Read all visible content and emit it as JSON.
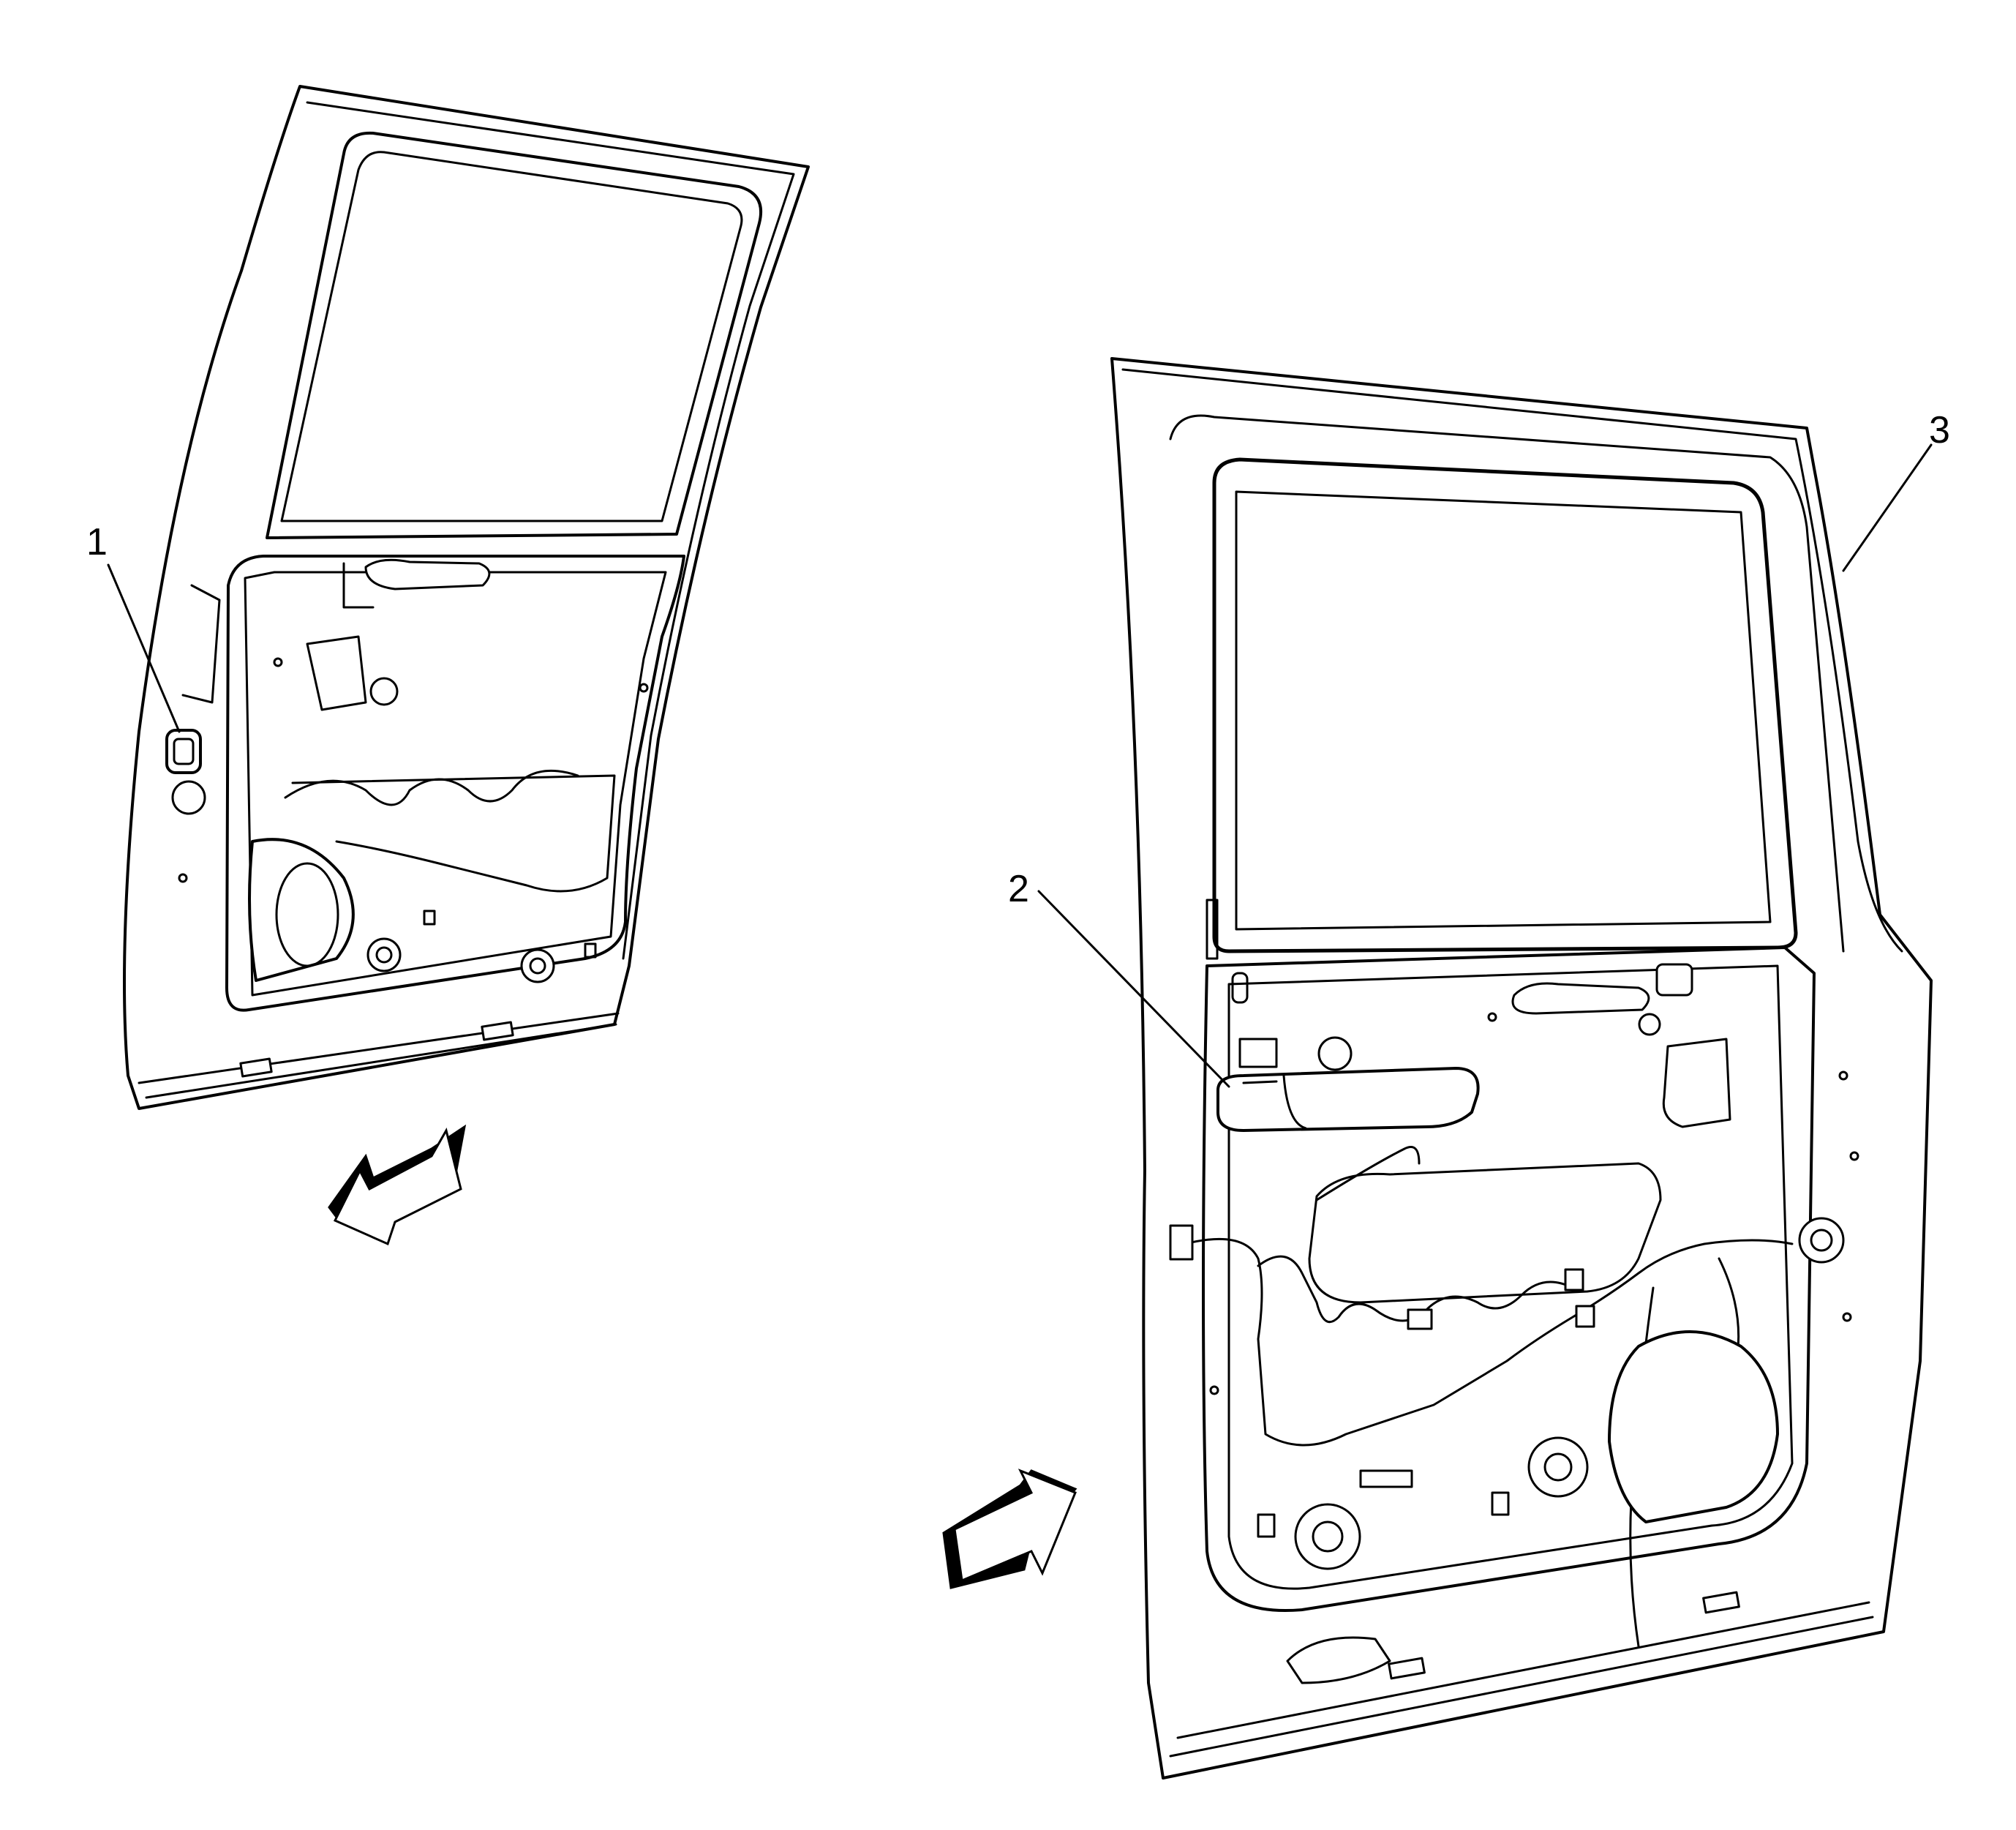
{
  "callouts": {
    "c1": "1",
    "c2": "2",
    "c3": "3"
  },
  "colors": {
    "line": "#000000",
    "background": "#ffffff"
  },
  "icons": {
    "left_arrow": "view-direction-arrow-icon",
    "right_arrow": "view-direction-arrow-icon"
  }
}
